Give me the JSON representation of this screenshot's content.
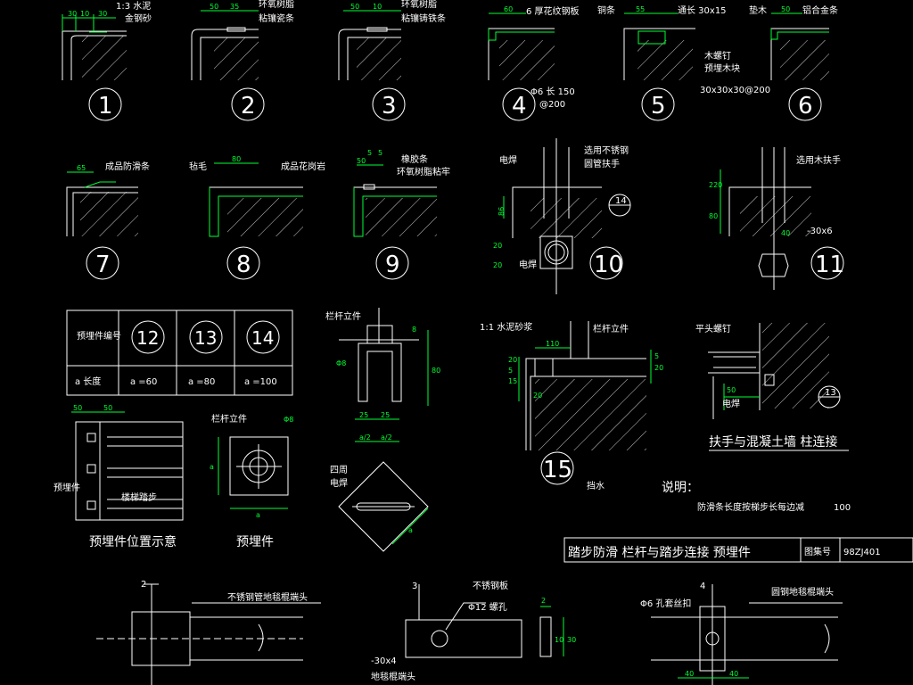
{
  "details": {
    "d1": {
      "num": "1",
      "dims": [
        "30",
        "10",
        "30"
      ],
      "notes": [
        "1:3 水泥",
        "金钢砂"
      ]
    },
    "d2": {
      "num": "2",
      "dims": [
        "50",
        "35"
      ],
      "notes": [
        "环氧树脂",
        "粘镶瓷条"
      ]
    },
    "d3": {
      "num": "3",
      "dims": [
        "50",
        "10"
      ],
      "notes": [
        "环氧树脂",
        "粘镶铸铁条"
      ]
    },
    "d4": {
      "num": "4",
      "dims": [
        "60"
      ],
      "notes": [
        "6 厚花纹钢板",
        "Φ6 长 150",
        "@200"
      ]
    },
    "d5": {
      "num": "5",
      "dims": [
        "55"
      ],
      "notes": [
        "铜条",
        "通长 30x15",
        "垫木",
        "木螺钉",
        "预埋木块",
        "30x30x30@200"
      ]
    },
    "d6": {
      "num": "6",
      "dims": [
        "50"
      ],
      "notes": [
        "铝合金条"
      ]
    },
    "d7": {
      "num": "7",
      "dims": [
        "65"
      ],
      "notes": [
        "成品防滑条"
      ]
    },
    "d8": {
      "num": "8",
      "dims": [
        "80"
      ],
      "notes": [
        "毡毛",
        "成品花岗岩"
      ]
    },
    "d9": {
      "num": "9",
      "dims": [
        "50",
        "5",
        "5"
      ],
      "notes": [
        "橡胶条",
        "环氧树脂粘牢"
      ]
    },
    "d10": {
      "num": "10",
      "dims": [
        "86",
        "20",
        "20"
      ],
      "notes": [
        "电焊",
        "选用不锈钢",
        "圆管扶手",
        "电焊"
      ],
      "ref": "14"
    },
    "d11": {
      "num": "11",
      "dims": [
        "220",
        "80",
        "40"
      ],
      "notes": [
        "选用木扶手",
        "-30x6"
      ]
    },
    "d15": {
      "num": "15",
      "dims": [
        "110",
        "20",
        "5",
        "15",
        "20",
        "5",
        "20"
      ],
      "notes": [
        "1:1 水泥砂浆",
        "栏杆立件",
        "挡水"
      ]
    },
    "wall": {
      "title": "扶手与混凝土墙 柱连接",
      "notes": [
        "平头螺钉",
        "电焊"
      ],
      "ref": "13",
      "dims": [
        "50"
      ]
    }
  },
  "embed_table": {
    "header_label": "预埋件编号",
    "nums": [
      "12",
      "13",
      "14"
    ],
    "row_label": "a 长度",
    "values": [
      "a =60",
      "a =80",
      "a =100"
    ]
  },
  "channel_detail": {
    "label": "栏杆立件",
    "dims": [
      "8",
      "80",
      "Φ8",
      "25",
      "25",
      "a/2",
      "a/2"
    ]
  },
  "embed_position": {
    "caption": "预埋件位置示意",
    "dims": [
      "50",
      "50"
    ],
    "notes": [
      "预埋件",
      "楼梯踏步"
    ]
  },
  "embed_plate": {
    "caption": "预埋件",
    "label": "栏杆立件",
    "dims": [
      "Φ8",
      "a",
      "a"
    ]
  },
  "diamond": {
    "notes": [
      "四周",
      "电焊"
    ],
    "dims": [
      "a"
    ]
  },
  "note": {
    "heading": "说明：",
    "text": "防滑条长度按梯步长每边减",
    "value": "100"
  },
  "title_block": {
    "title": "踏步防滑 栏杆与踏步连接 预埋件",
    "atlas_label": "图集号",
    "atlas_no": "98ZJ401"
  },
  "bottom": {
    "b1": {
      "num": "2",
      "label": "不锈钢管地毯棍端头"
    },
    "b2": {
      "num": "3",
      "label": "不锈钢板",
      "hole": "Φ12 螺孔",
      "flat": "-30x4",
      "end": "地毯棍端头",
      "dims": [
        "2",
        "30",
        "10"
      ]
    },
    "b3": {
      "num": "4",
      "label": "圆钢地毯棍端头",
      "screw": "Φ6 孔套丝扣",
      "dims": [
        "40",
        "40"
      ]
    }
  }
}
